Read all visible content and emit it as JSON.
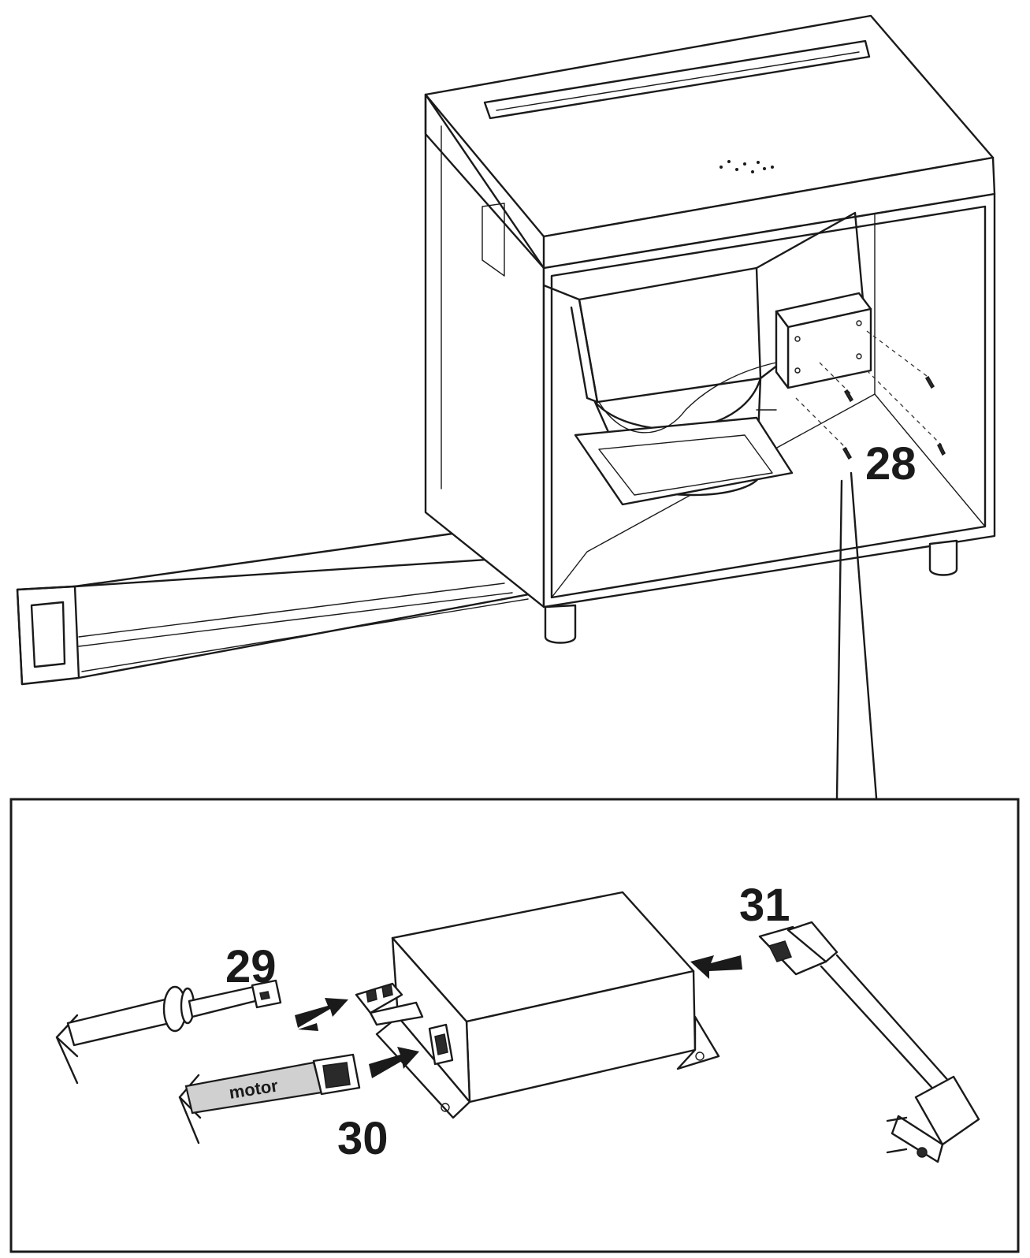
{
  "labels": {
    "step_28": "28",
    "step_29": "29",
    "step_30": "30",
    "step_31": "31",
    "motor_cable": "motor"
  },
  "icons": {
    "cabinet": "cabinet-illustration",
    "duct": "flat-duct",
    "control_box": "control-box",
    "power_plug": "power-plug",
    "arrows": "insert-arrow"
  },
  "colors": {
    "line": "#1a1a1a",
    "motor_cable_fill": "#d0d0d0",
    "background": "#ffffff"
  }
}
